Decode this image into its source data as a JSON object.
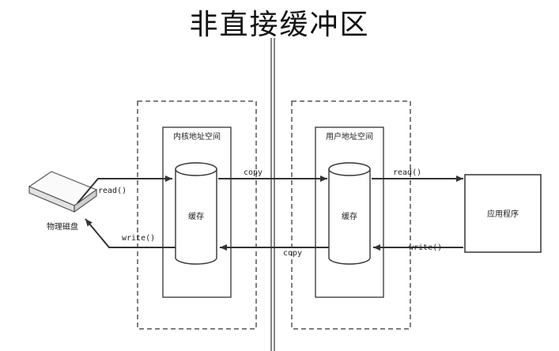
{
  "title": "非直接缓冲区",
  "colors": {
    "line": "#333333",
    "dash": "#555555",
    "cylinder_fill": "#ffffff",
    "background": "#ffffff"
  },
  "diagram": {
    "disk": {
      "label": "物理磁盘",
      "icon": "disk-icon"
    },
    "kernel_space": {
      "label": "内核地址空间",
      "buffer_label": "缓存"
    },
    "user_space": {
      "label": "用户地址空间",
      "buffer_label": "缓存"
    },
    "app": {
      "label": "应用程序"
    },
    "arrows": {
      "disk_to_kernel": "read()",
      "kernel_to_disk": "write()",
      "kernel_to_user": "copy",
      "user_to_kernel": "copy",
      "user_to_app": "read()",
      "app_to_user": "write()"
    }
  }
}
